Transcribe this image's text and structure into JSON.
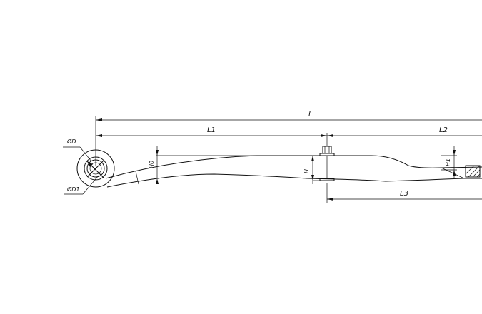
{
  "drawing": {
    "labels": {
      "overall_length": "L",
      "front_length": "L1",
      "rear_length": "L2",
      "rear_span": "L3",
      "eye_inner_diameter": "ØD",
      "eye_outer_diameter": "ØD1",
      "front_height": "H0",
      "center_height": "H",
      "rear_height": "H1"
    }
  }
}
